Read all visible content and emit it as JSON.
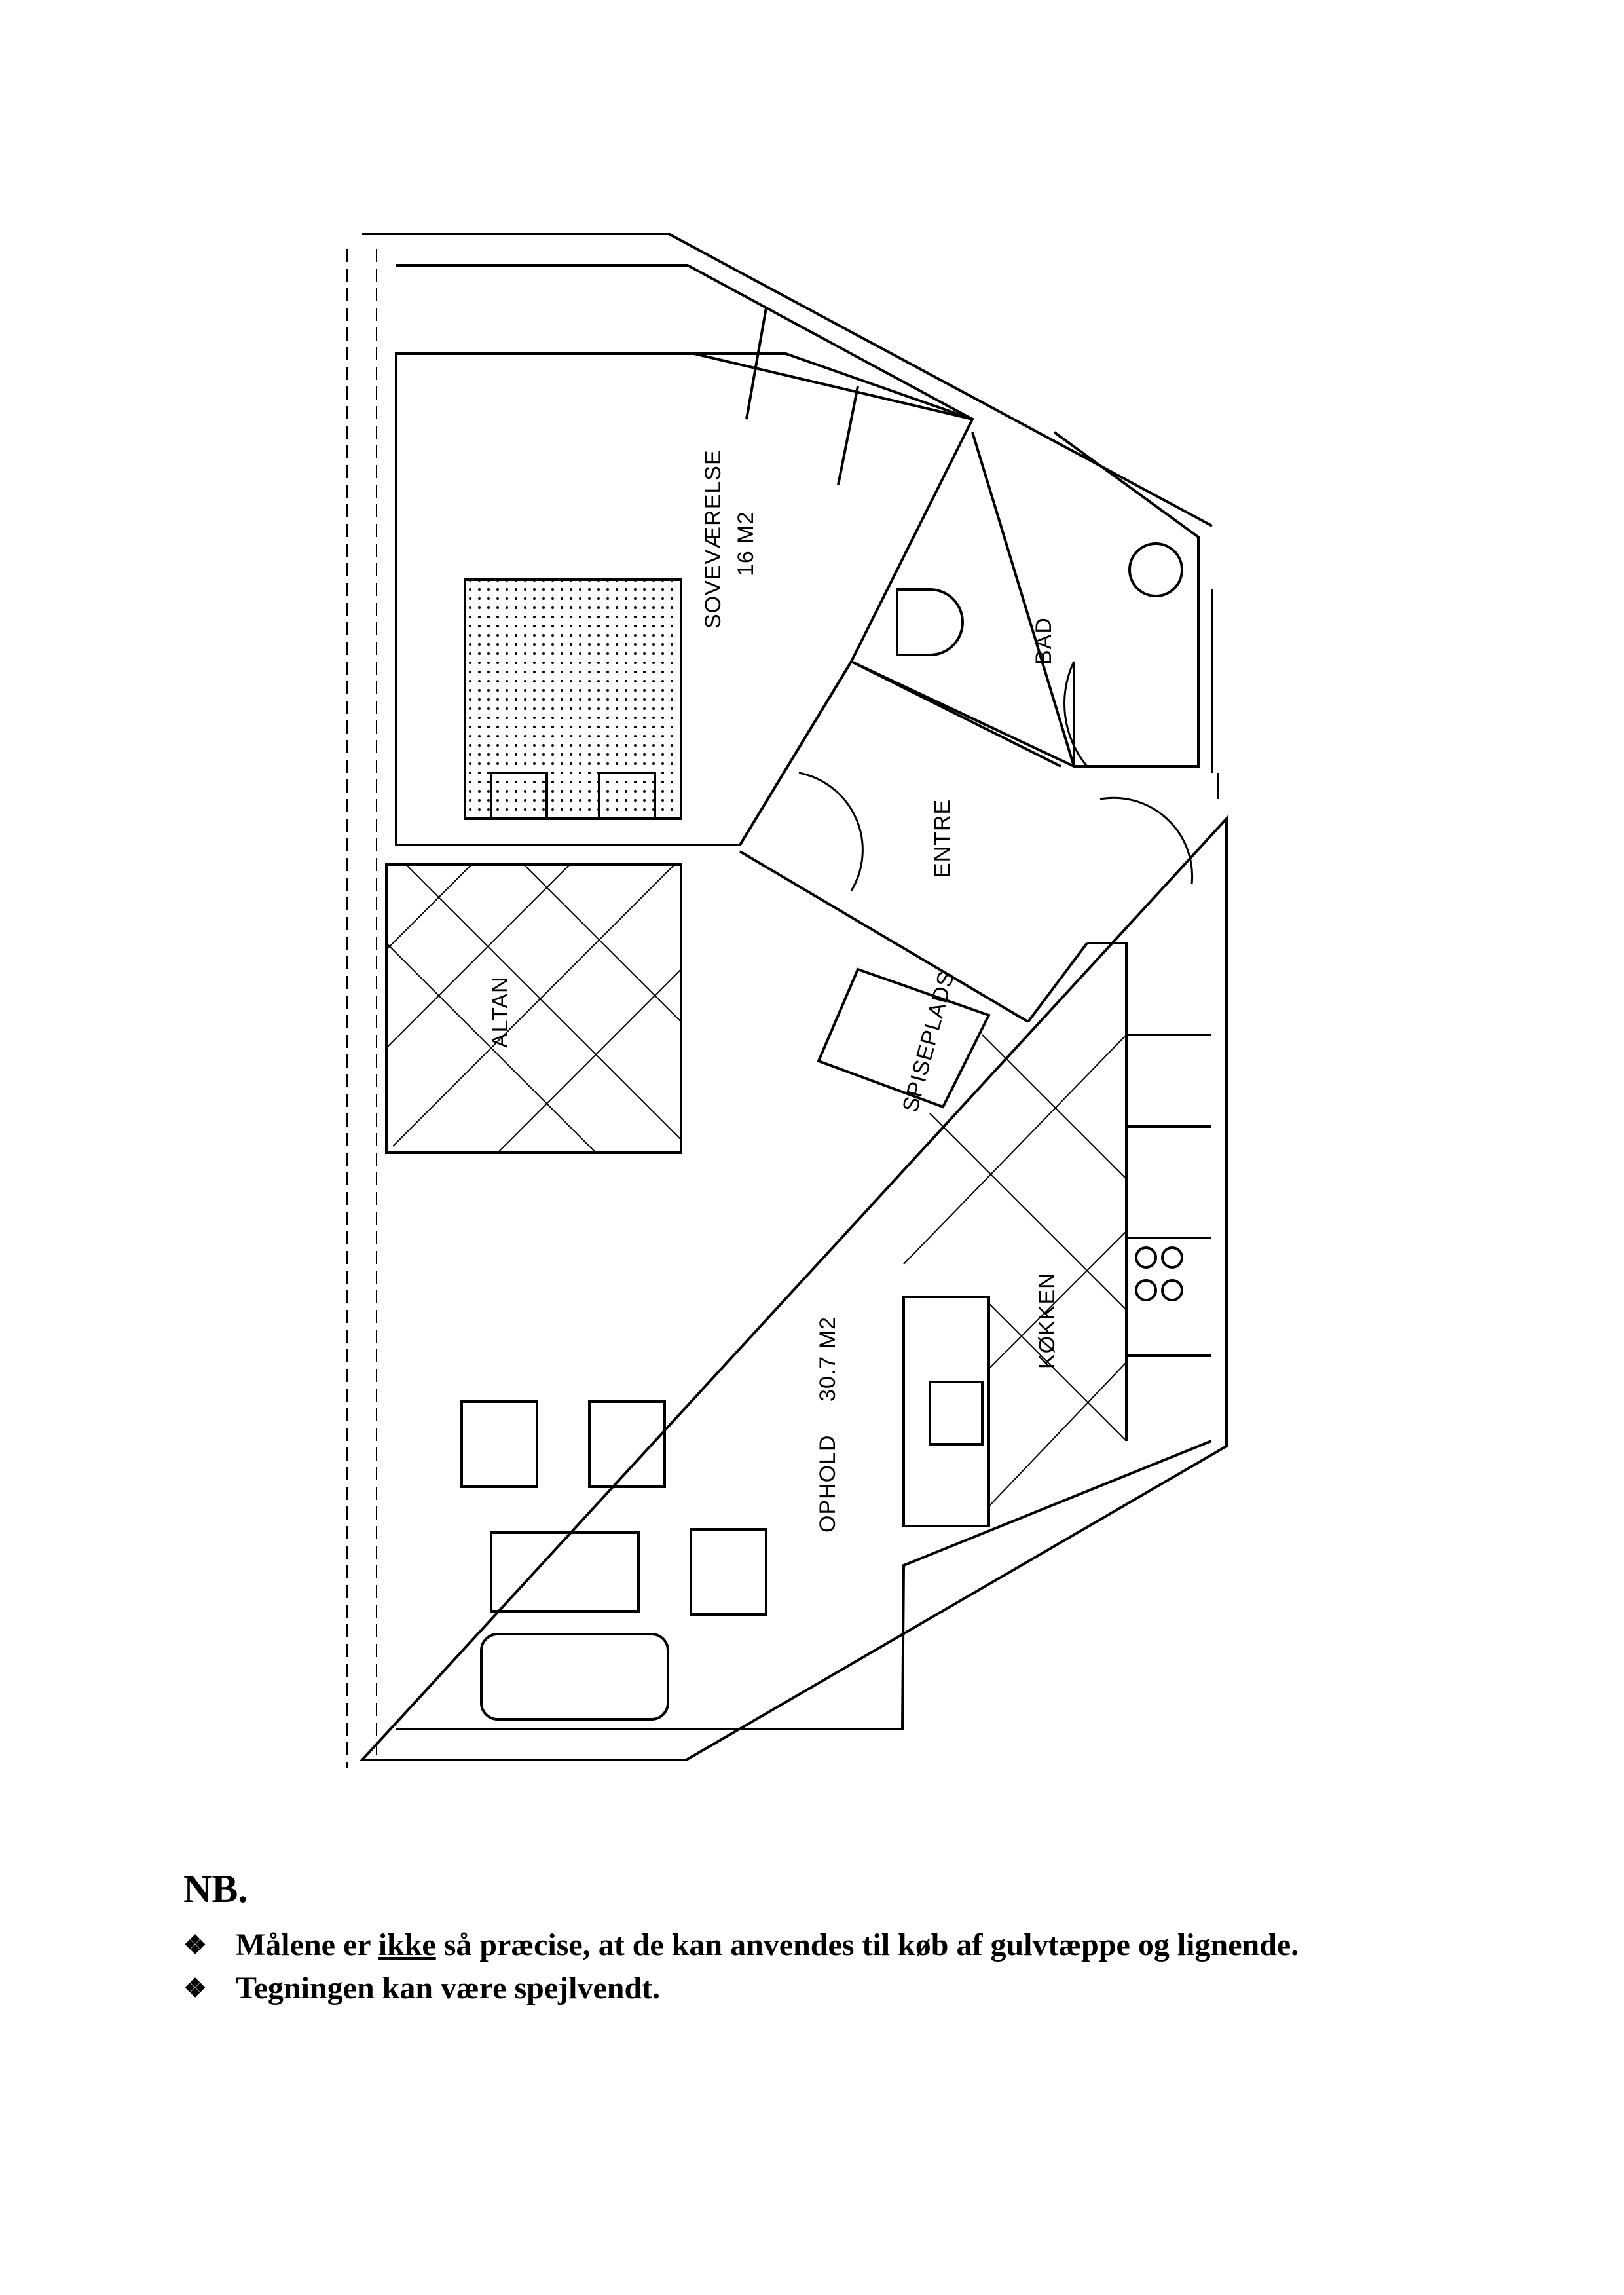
{
  "rooms": {
    "bedroom": "SOVEVÆRELSE",
    "bedroom_area": "16 M2",
    "bath": "BAD",
    "entry": "ENTRE",
    "balcony": "ALTAN",
    "dining": "SPISEPLADS",
    "living": "OPHOLD",
    "living_area": "30.7 M2",
    "kitchen": "KØKKEN"
  },
  "notes": {
    "heading": "NB.",
    "bullet_icon": "diamond-bullet-icon",
    "items": [
      {
        "before": "Målene er ",
        "emphasis": "ikke",
        "after": " så præcise, at de kan anvendes til køb af gulvtæppe og lignende."
      },
      {
        "before": "Tegningen kan være spejlvendt.",
        "emphasis": "",
        "after": ""
      }
    ]
  }
}
